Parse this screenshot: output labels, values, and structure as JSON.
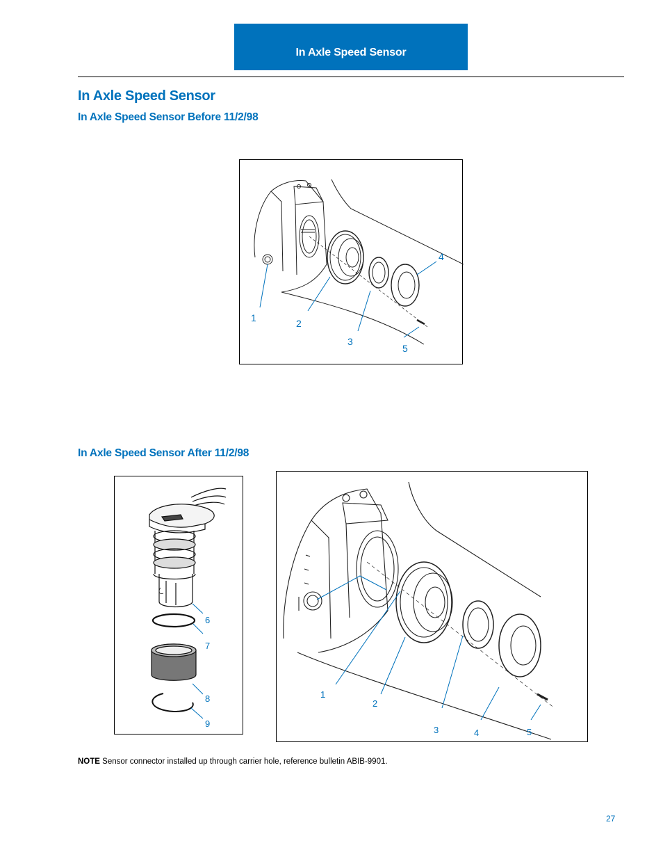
{
  "header": {
    "tab_title": "In Axle Speed Sensor"
  },
  "section": {
    "title": "In Axle Speed Sensor",
    "before_heading": "In Axle Speed Sensor Before 11/2/98",
    "after_heading": "In Axle Speed Sensor After 11/2/98"
  },
  "figure_before": {
    "callouts": [
      "1",
      "2",
      "3",
      "4",
      "5"
    ]
  },
  "figure_after_sensor": {
    "callouts": [
      "6",
      "7",
      "8",
      "9"
    ]
  },
  "figure_after_axle": {
    "callouts": [
      "1",
      "2",
      "3",
      "4",
      "5"
    ]
  },
  "note": {
    "label": "NOTE",
    "text": "Sensor connector installed up through carrier hole, reference bulletin ABIB-9901."
  },
  "footer": {
    "page_number": "27"
  },
  "colors": {
    "brand_blue": "#0072bc"
  }
}
